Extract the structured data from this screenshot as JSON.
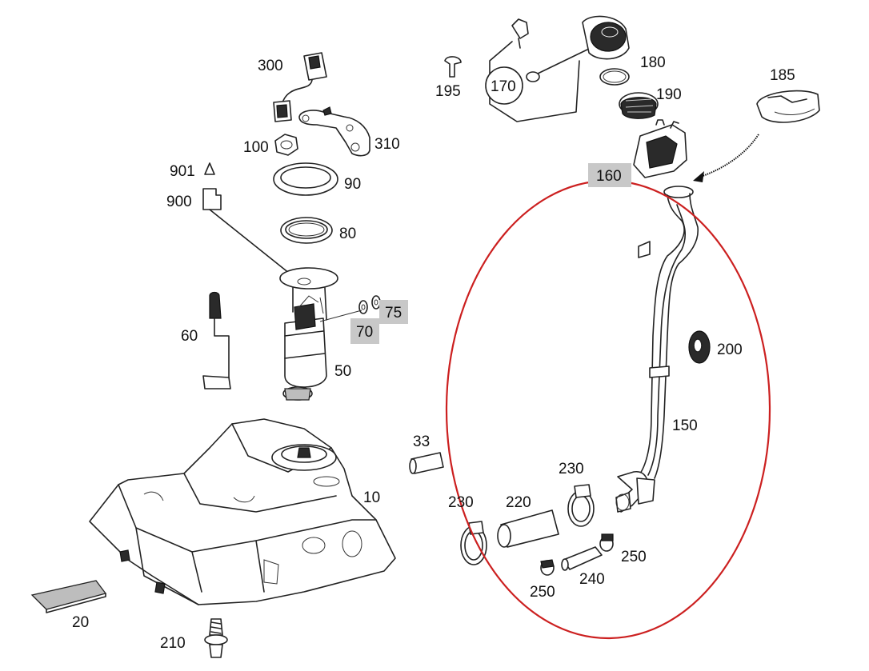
{
  "diagram": {
    "callouts": [
      {
        "id": "c300",
        "label": "300"
      },
      {
        "id": "c310",
        "label": "310"
      },
      {
        "id": "c100",
        "label": "100"
      },
      {
        "id": "c90",
        "label": "90"
      },
      {
        "id": "c80",
        "label": "80"
      },
      {
        "id": "c901",
        "label": "901"
      },
      {
        "id": "c900",
        "label": "900"
      },
      {
        "id": "c75",
        "label": "75"
      },
      {
        "id": "c70",
        "label": "70"
      },
      {
        "id": "c60",
        "label": "60"
      },
      {
        "id": "c50",
        "label": "50"
      },
      {
        "id": "c10",
        "label": "10"
      },
      {
        "id": "c20",
        "label": "20"
      },
      {
        "id": "c210",
        "label": "210"
      },
      {
        "id": "c195",
        "label": "195"
      },
      {
        "id": "c170",
        "label": "170"
      },
      {
        "id": "c180",
        "label": "180"
      },
      {
        "id": "c190",
        "label": "190"
      },
      {
        "id": "c185",
        "label": "185"
      },
      {
        "id": "c160",
        "label": "160"
      },
      {
        "id": "c200",
        "label": "200"
      },
      {
        "id": "c150",
        "label": "150"
      },
      {
        "id": "c33",
        "label": "33"
      },
      {
        "id": "c230a",
        "label": "230"
      },
      {
        "id": "c230b",
        "label": "230"
      },
      {
        "id": "c220",
        "label": "220"
      },
      {
        "id": "c250a",
        "label": "250"
      },
      {
        "id": "c250b",
        "label": "250"
      },
      {
        "id": "c240",
        "label": "240"
      }
    ],
    "colors": {
      "highlight_ellipse": "#cc2020",
      "label_highlight_box": "#c8c8c8",
      "line": "#222222"
    }
  }
}
